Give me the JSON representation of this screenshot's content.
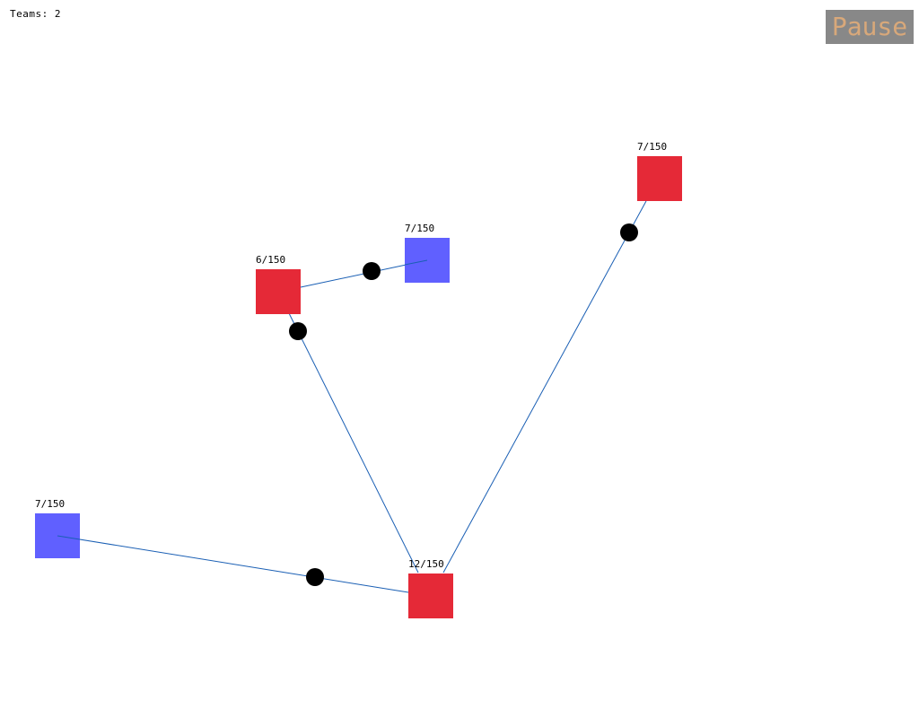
{
  "hud": {
    "teams_label": "Teams: 2",
    "pause_label": "Pause"
  },
  "colors": {
    "red_team": "#e52937",
    "blue_team": "#6060ff",
    "link": "#1a5fb4",
    "unit": "#000000",
    "pause_bg": "#888888",
    "pause_text": "#d8a87a"
  },
  "nodes": [
    {
      "id": "red-top-right",
      "team": "red",
      "count": "7/150"
    },
    {
      "id": "blue-upper",
      "team": "blue",
      "count": "7/150"
    },
    {
      "id": "red-upper-left",
      "team": "red",
      "count": "6/150"
    },
    {
      "id": "blue-left",
      "team": "blue",
      "count": "7/150"
    },
    {
      "id": "red-bottom",
      "team": "red",
      "count": "12/150"
    }
  ]
}
